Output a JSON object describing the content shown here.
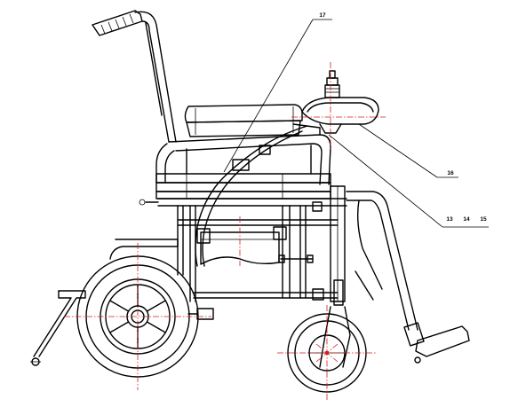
{
  "part_labels": {
    "p17": "17",
    "p16": "16",
    "p13": "13",
    "p14": "14",
    "p15": "15"
  },
  "colors": {
    "line": "#000000",
    "centerline": "#d21f1f",
    "background": "#ffffff"
  }
}
